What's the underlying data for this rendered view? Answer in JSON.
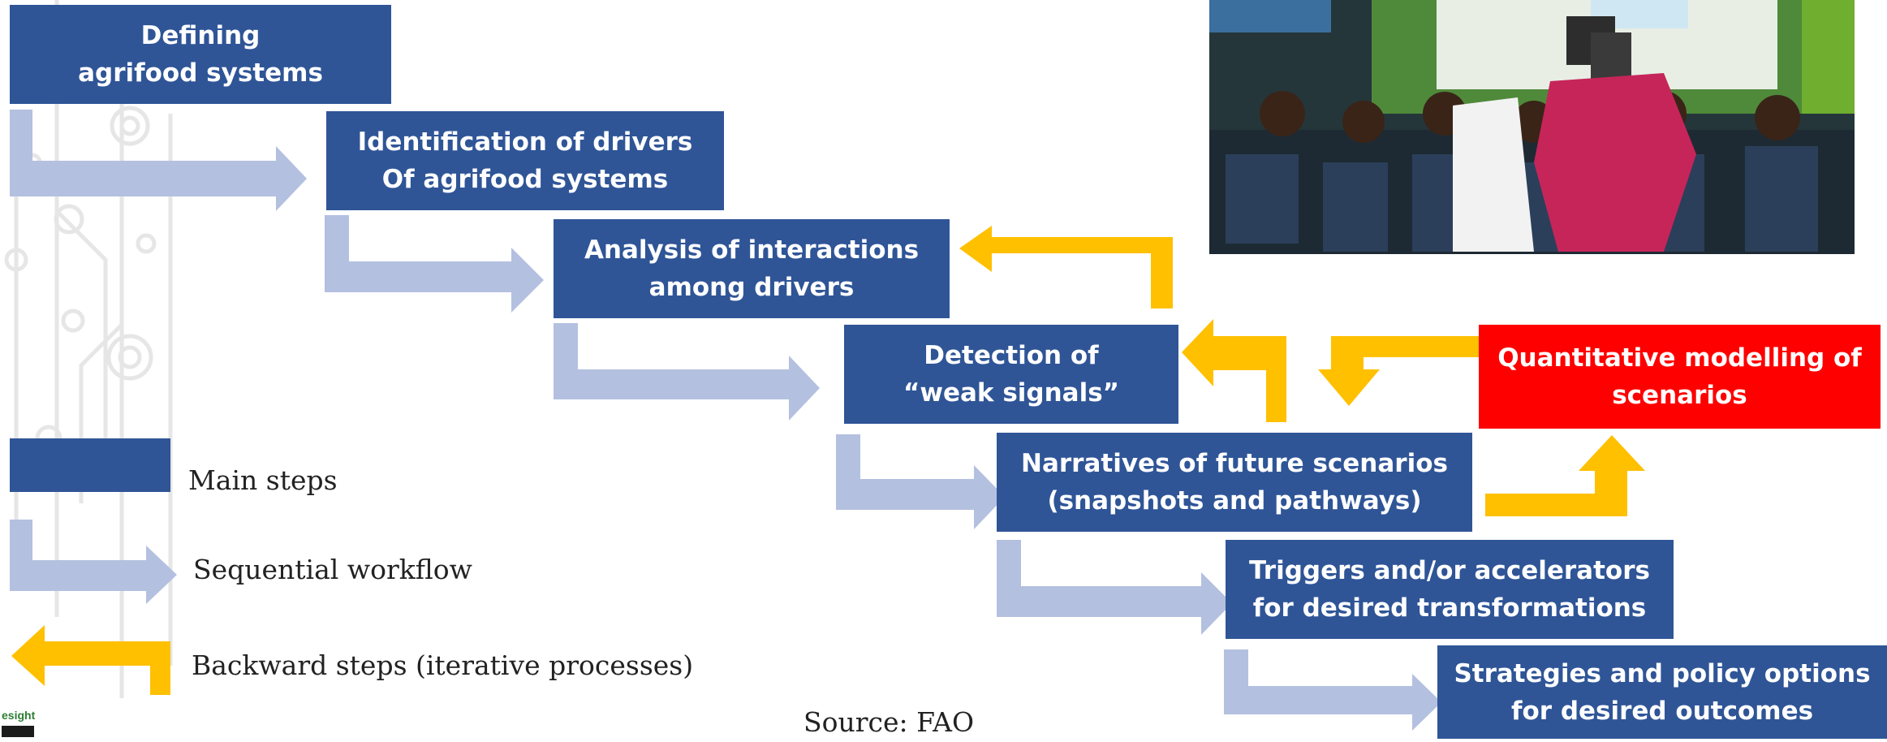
{
  "steps": [
    {
      "id": "defining",
      "text": "Defining\nagrifood systems",
      "color": "#2f5597"
    },
    {
      "id": "drivers",
      "text": "Identification of drivers\nOf agrifood systems",
      "color": "#2f5597"
    },
    {
      "id": "interactions",
      "text": "Analysis of  interactions\namong drivers",
      "color": "#2f5597"
    },
    {
      "id": "weak-signals",
      "text": "Detection of\n“weak signals”",
      "color": "#2f5597"
    },
    {
      "id": "narratives",
      "text": "Narratives of future scenarios\n(snapshots and pathways)",
      "color": "#2f5597"
    },
    {
      "id": "quantitative",
      "text": "Quantitative modelling of\nscenarios",
      "color": "#ff0000"
    },
    {
      "id": "triggers",
      "text": "Triggers and/or accelerators\nfor desired transformations",
      "color": "#2f5597"
    },
    {
      "id": "strategies",
      "text": "Strategies and policy options\nfor desired outcomes",
      "color": "#2f5597"
    }
  ],
  "legend": {
    "main_steps": "Main steps",
    "sequential": "Sequential workflow",
    "backward": "Backward steps (iterative processes)"
  },
  "source": "Source: FAO",
  "logo_text": "esight",
  "colors": {
    "main_step": "#2f5597",
    "quantitative": "#ff0000",
    "sequential_arrow": "#b4c0e0",
    "backward_arrow": "#ffc000"
  }
}
